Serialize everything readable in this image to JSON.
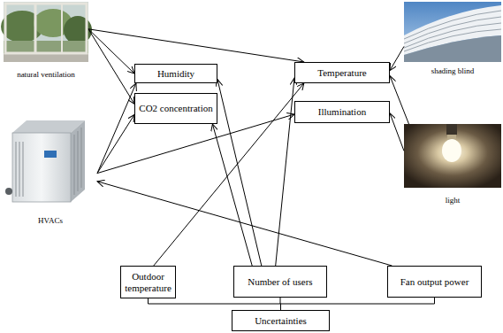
{
  "diagram": {
    "nodes": [
      {
        "text": [
          "natural ventilation"
        ]
      },
      {
        "text": [
          "Humidity"
        ]
      },
      {
        "text": [
          "Temperature"
        ]
      },
      {
        "text": [
          "shading blind"
        ]
      },
      {
        "text": [
          "CO2 concentration"
        ]
      },
      {
        "text": [
          "Illumination"
        ]
      },
      {
        "text": [
          "HVACs"
        ]
      },
      {
        "text": [
          "light"
        ]
      },
      {
        "text": [
          "Outdoor temperature"
        ]
      },
      {
        "text": [
          "Number of users"
        ]
      },
      {
        "text": [
          "Fan output power"
        ]
      },
      {
        "text": [
          "Uncertainties"
        ]
      }
    ],
    "edges": [
      {
        "from": 0,
        "to": 1,
        "arrow": "to"
      },
      {
        "from": 0,
        "to": 4,
        "arrow": "to"
      },
      {
        "from": 0,
        "to": 2,
        "arrow": "to"
      },
      {
        "from": 3,
        "to": 2,
        "arrow": "to"
      },
      {
        "from": 6,
        "to": 1,
        "arrow": "to"
      },
      {
        "from": 6,
        "to": 4,
        "arrow": "to"
      },
      {
        "from": 6,
        "to": 5,
        "arrow": "to"
      },
      {
        "from": 7,
        "to": 2,
        "arrow": "to"
      },
      {
        "from": 7,
        "to": 5,
        "arrow": "to"
      },
      {
        "from": 8,
        "to": 2,
        "arrow": "to"
      },
      {
        "from": 9,
        "to": 1,
        "arrow": "to"
      },
      {
        "from": 9,
        "to": 4,
        "arrow": "to"
      },
      {
        "from": 9,
        "to": 2,
        "arrow": "to"
      },
      {
        "from": 10,
        "to": 6,
        "arrow": "to"
      },
      {
        "from": 8,
        "to": 11,
        "arrow": "none"
      },
      {
        "from": 9,
        "to": 11,
        "arrow": "none"
      },
      {
        "from": 10,
        "to": 11,
        "arrow": "none"
      }
    ]
  }
}
